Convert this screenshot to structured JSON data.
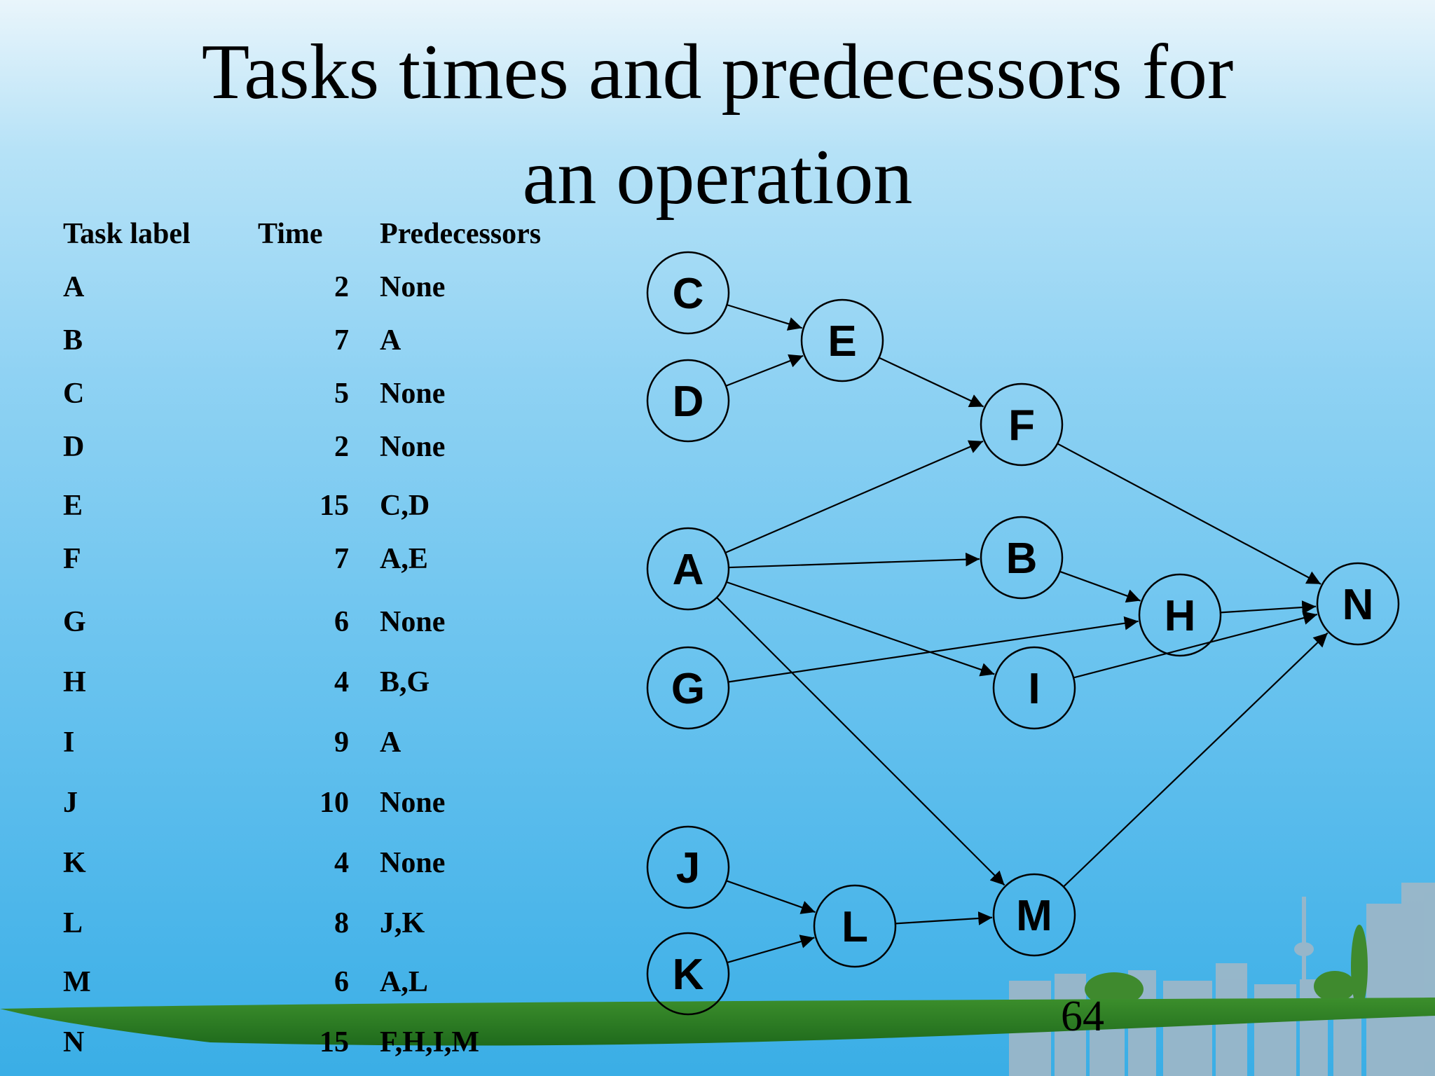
{
  "slide": {
    "title_lines": [
      "Tasks times and predecessors for",
      "an operation"
    ],
    "page_number": "64"
  },
  "table": {
    "headers": {
      "label": "Task label",
      "time": "Time",
      "predecessors": "Predecessors"
    },
    "rows": [
      {
        "label": "A",
        "time": "2",
        "predecessors": "None"
      },
      {
        "label": "B",
        "time": "7",
        "predecessors": "A"
      },
      {
        "label": "C",
        "time": "5",
        "predecessors": "None"
      },
      {
        "label": "D",
        "time": "2",
        "predecessors": "None"
      },
      {
        "label": "E",
        "time": "15",
        "predecessors": "C,D"
      },
      {
        "label": "F",
        "time": "7",
        "predecessors": "A,E"
      },
      {
        "label": "G",
        "time": "6",
        "predecessors": "None"
      },
      {
        "label": "H",
        "time": "4",
        "predecessors": "B,G"
      },
      {
        "label": "I",
        "time": "9",
        "predecessors": "A"
      },
      {
        "label": "J",
        "time": "10",
        "predecessors": "None"
      },
      {
        "label": "K",
        "time": "4",
        "predecessors": "None"
      },
      {
        "label": "L",
        "time": "8",
        "predecessors": "J,K"
      },
      {
        "label": "M",
        "time": "6",
        "predecessors": "A,L"
      },
      {
        "label": "N",
        "time": "15",
        "predecessors": "F,H,I,M"
      }
    ]
  },
  "diagram": {
    "nodes": [
      "A",
      "B",
      "C",
      "D",
      "E",
      "F",
      "G",
      "H",
      "I",
      "J",
      "K",
      "L",
      "M",
      "N"
    ],
    "edges": [
      [
        "C",
        "E"
      ],
      [
        "D",
        "E"
      ],
      [
        "E",
        "F"
      ],
      [
        "A",
        "F"
      ],
      [
        "A",
        "B"
      ],
      [
        "A",
        "I"
      ],
      [
        "A",
        "M"
      ],
      [
        "B",
        "H"
      ],
      [
        "G",
        "H"
      ],
      [
        "F",
        "N"
      ],
      [
        "H",
        "N"
      ],
      [
        "I",
        "N"
      ],
      [
        "M",
        "N"
      ],
      [
        "J",
        "L"
      ],
      [
        "K",
        "L"
      ],
      [
        "L",
        "M"
      ]
    ]
  },
  "colors": {
    "background_top": "#e9f5fb",
    "background_bottom": "#3aaee6",
    "ground_green": "#2a7a22"
  }
}
